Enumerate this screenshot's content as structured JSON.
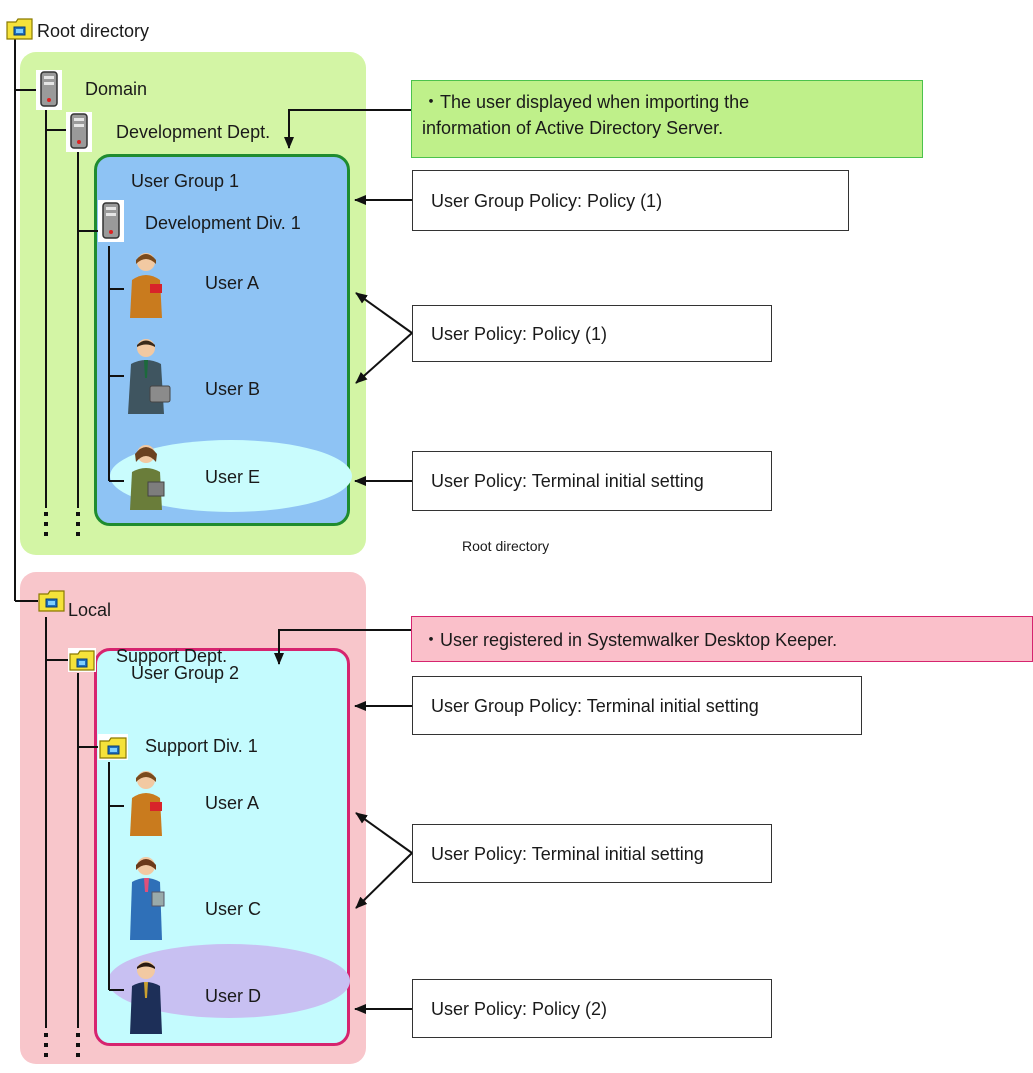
{
  "colors": {
    "domain_panel": "#d3f5a5",
    "local_panel": "#f8c6cb",
    "group1_fill": "#8ec3f4",
    "group1_border": "#1f8c2f",
    "group2_fill": "#c4fbfe",
    "group2_border": "#d6246f",
    "note_green": "#bff08a",
    "note_green_border": "#4cc24c",
    "note_pink": "#fac0ca",
    "note_pink_border": "#d6246f",
    "highlight_e": "#c9fcfd",
    "highlight_d": "#c8c0f2"
  },
  "tree": {
    "root": "Root directory",
    "domain": "Domain",
    "development_dept": "Development Dept.",
    "user_group_1": "User Group 1",
    "development_div": "Development Div. 1",
    "user_a_1": "User A",
    "user_b": "User B",
    "user_e": "User E",
    "local": "Local",
    "support_dept": "Support Dept.",
    "user_group_2": "User Group 2",
    "support_div": "Support Div. 1",
    "user_a_2": "User A",
    "user_c": "User C",
    "user_d": "User D"
  },
  "notes": {
    "active_directory_line1": "・The user displayed when importing the",
    "active_directory_line2": "information of Active Directory Server.",
    "systemwalker": "・User registered in Systemwalker Desktop Keeper."
  },
  "policies": {
    "group1": "User Group Policy:  Policy (1)",
    "users_ab": "User Policy: Policy (1)",
    "user_e": "User Policy: Terminal initial setting",
    "group2": "User Group Policy:  Terminal initial setting",
    "users_ac": "User Policy: Terminal initial setting",
    "user_d": "User Policy: Policy (2)"
  },
  "stray_caption": "Root directory",
  "icons": {
    "root": "folder-icon",
    "domain": "server-icon",
    "development_dept": "server-icon",
    "development_div": "server-icon",
    "local": "folder-icon",
    "support_dept": "folder-icon",
    "support_div": "folder-icon",
    "users": "person-icon"
  }
}
